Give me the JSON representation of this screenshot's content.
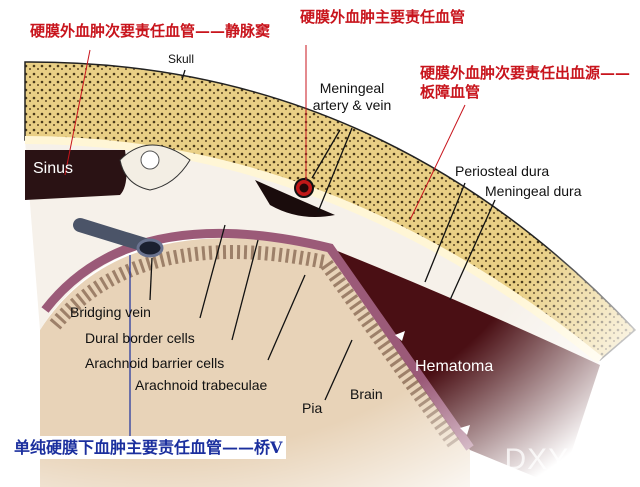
{
  "annotations": {
    "sinus_note": "硬膜外血肿次要责任血管——静脉窦",
    "artery_note": "硬膜外血肿主要责任血管",
    "diploic_note": "硬膜外血肿次要责任出血源——板障血管",
    "bridging_note": "单纯硬膜下血肿主要责任血管——桥V"
  },
  "labels": {
    "skull": "Skull",
    "sinus": "Sinus",
    "meningeal_artery": "Meningeal artery & vein",
    "periosteal_dura": "Periosteal dura",
    "meningeal_dura": "Meningeal dura",
    "bridging_vein": "Bridging vein",
    "dural_border_cells": "Dural border cells",
    "arachnoid_barrier_cells": "Arachnoid barrier cells",
    "arachnoid_trabeculae": "Arachnoid trabeculae",
    "pia": "Pia",
    "brain": "Brain",
    "hematoma": "Hematoma"
  },
  "watermark": "DXY.CN",
  "colors": {
    "annotation_red": "#c8141c",
    "annotation_blue": "#1b2f9e",
    "skull": "#f1dc98",
    "hematoma": "#4a0f14",
    "brain": "#e8d3b8"
  }
}
